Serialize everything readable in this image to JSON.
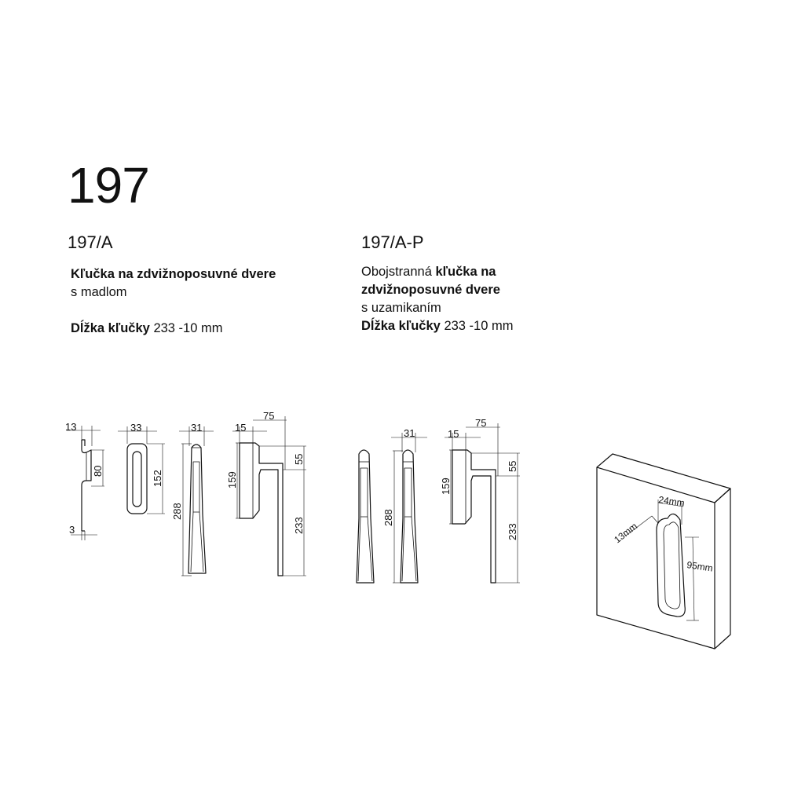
{
  "model": {
    "title": "197"
  },
  "variant_a": {
    "code": "197/A",
    "line1_bold": "Kľučka na zdvižnoposuvné dvere",
    "line2": "s madlom",
    "length_label": "Dĺžka kľučky",
    "length_value": "233 -10 mm"
  },
  "variant_ap": {
    "code": "197/A-P",
    "line1_light": "Obojstranná ",
    "line1_bold": "kľučka na",
    "line2_bold": "zdvižnoposuvné dvere",
    "line3": "s uzamikaním",
    "length_label": "Dĺžka kľučky",
    "length_value": "233 -10 mm"
  },
  "dims_a": {
    "d13": "13",
    "d80": "80",
    "d3": "3",
    "d33": "33",
    "d152": "152",
    "d31": "31",
    "d288": "288",
    "d15": "15",
    "d75": "75",
    "d159": "159",
    "d55": "55",
    "d233": "233"
  },
  "dims_ap": {
    "d31": "31",
    "d288": "288",
    "d15": "15",
    "d75": "75",
    "d159": "159",
    "d55": "55",
    "d233": "233"
  },
  "install": {
    "d24": "24mm",
    "d13": "13mm",
    "d95": "95mm"
  }
}
